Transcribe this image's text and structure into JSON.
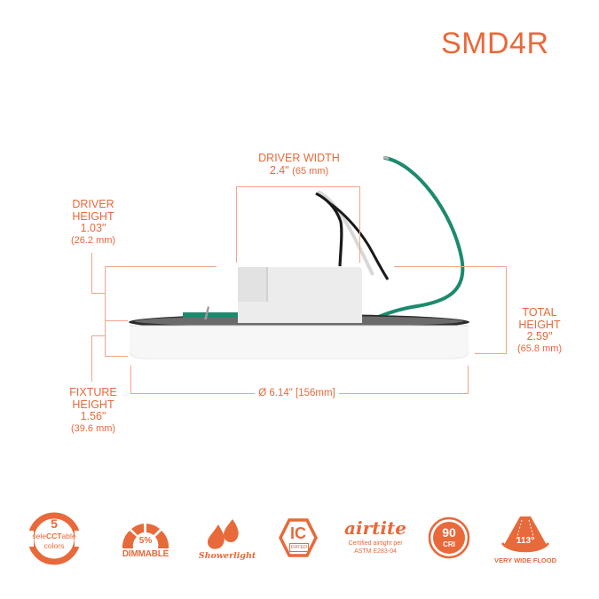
{
  "product": {
    "model": "SMD4R",
    "accent_color": "#e8693a"
  },
  "dimensions": {
    "driver_width": {
      "label": "DRIVER WIDTH",
      "inches": "2.4\"",
      "mm": "(65 mm)"
    },
    "driver_height": {
      "label_line1": "DRIVER",
      "label_line2": "HEIGHT",
      "inches": "1.03\"",
      "mm": "(26.2 mm)"
    },
    "total_height": {
      "label_line1": "TOTAL",
      "label_line2": "HEIGHT",
      "inches": "2.59\"",
      "mm": "(65.8 mm)"
    },
    "fixture_height": {
      "label_line1": "FIXTURE",
      "label_line2": "HEIGHT",
      "inches": "1.56\"",
      "mm": "(39.6 mm)"
    },
    "diameter": {
      "label": "Ø 6.14\" [156mm]"
    }
  },
  "features": [
    {
      "id": "selecctable",
      "number": "5",
      "line1_a": "sele",
      "line1_b": "CCT",
      "line1_c": "able",
      "line2": "colors"
    },
    {
      "id": "dimmable",
      "value": "5%",
      "label": "DIMMABLE"
    },
    {
      "id": "showerlight",
      "label": "Showerlight"
    },
    {
      "id": "ic-rated",
      "big": "IC",
      "small": "RATED"
    },
    {
      "id": "airtite",
      "brand": "airtite",
      "line1": "Certified airtight per",
      "line2": "ASTM E283-04"
    },
    {
      "id": "cri",
      "value": "90",
      "label": "CRI"
    },
    {
      "id": "beam",
      "angle": "113°",
      "label": "VERY WIDE FLOOD"
    }
  ]
}
